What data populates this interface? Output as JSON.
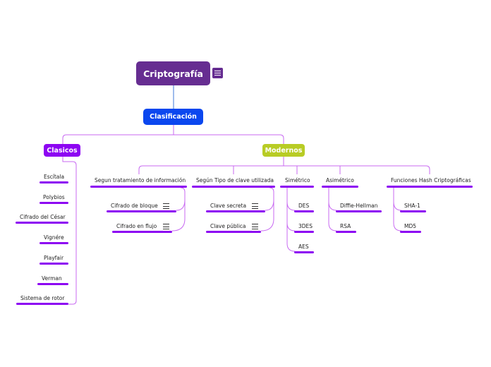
{
  "root": {
    "label": "Criptografía"
  },
  "clasificacion": {
    "label": "Clasificación"
  },
  "clasicos": {
    "label": "Clasicos",
    "items": [
      "Escítala",
      "Polybios",
      "Cifrado del César",
      "Vignére",
      "Playfair",
      "Verman",
      "Sistema de rotor"
    ]
  },
  "modernos": {
    "label": "Modernos",
    "tratamiento": {
      "label": "Segun tratamiento de información",
      "items": [
        "Cifrado de bloque",
        "Cifrado en flujo"
      ]
    },
    "tipo_clave": {
      "label": "Según Tipo de clave utilizada",
      "items": [
        "Clave secreta",
        "Clave pública"
      ]
    },
    "simetrico": {
      "label": "Simétrico",
      "items": [
        "DES",
        "3DES",
        "AES"
      ]
    },
    "asimetrico": {
      "label": "Asimétrico",
      "items": [
        "Diffie-Hellman",
        "RSA"
      ]
    },
    "hash": {
      "label": "Funciones Hash Criptográficas",
      "items": [
        "SHA-1",
        "MD5"
      ]
    }
  },
  "colors": {
    "root": "#662d91",
    "clasificacion": "#0b47ef",
    "accent": "#8d04f2",
    "modernos": "#b8cc25",
    "connector_blue": "#3f7ad8",
    "connector_purple": "#c86af2"
  }
}
